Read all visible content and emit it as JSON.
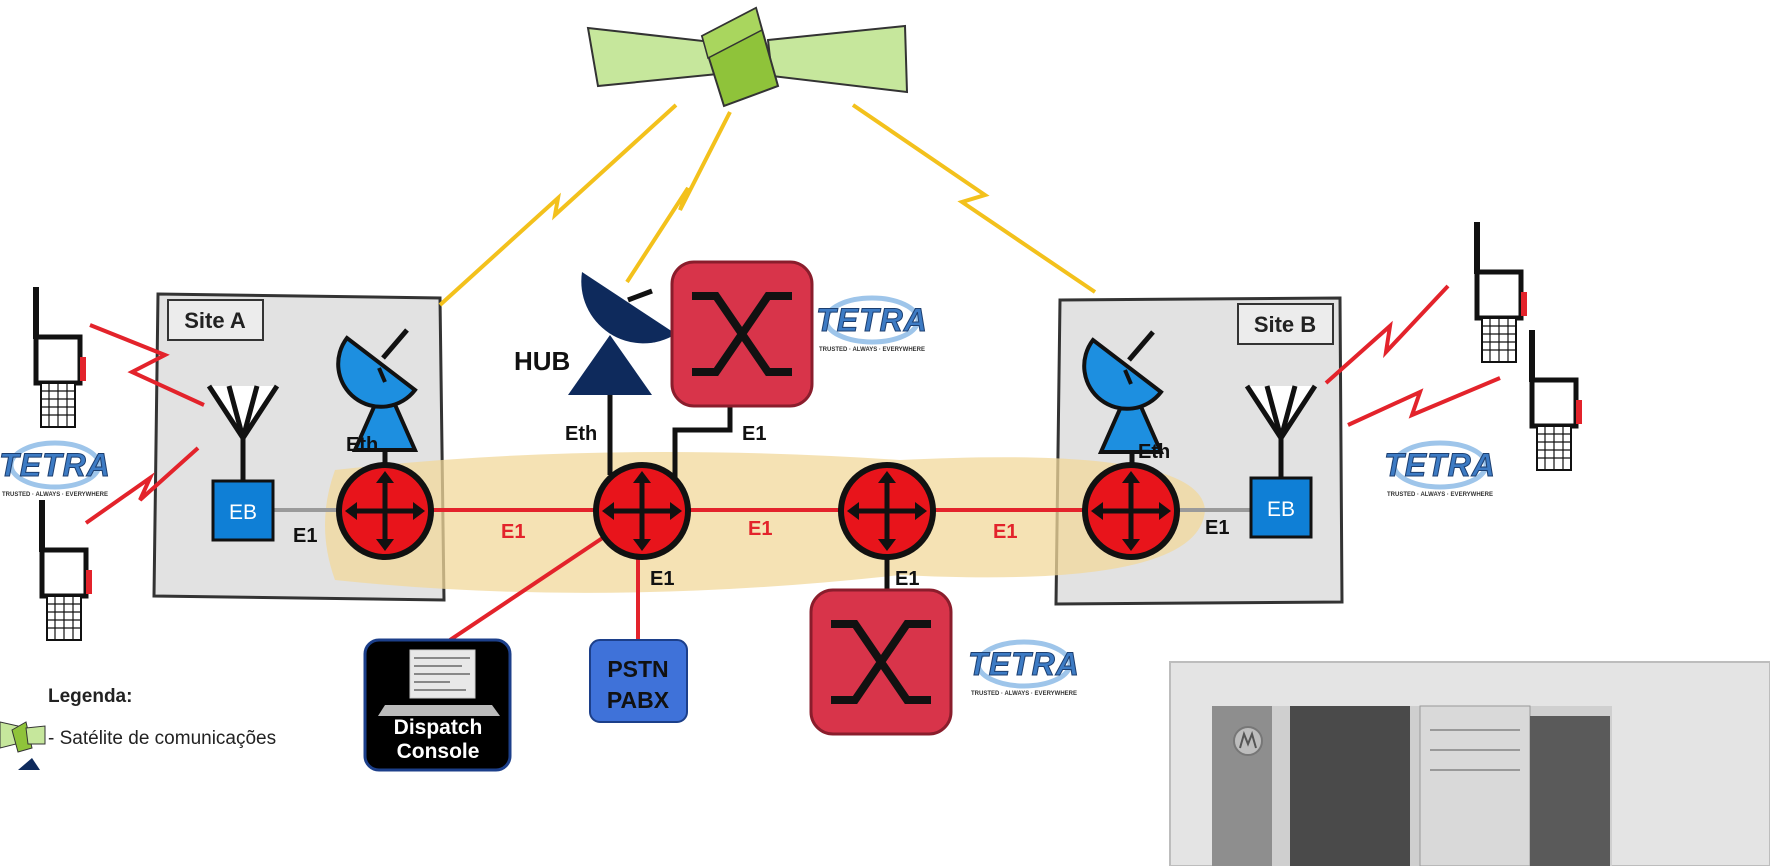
{
  "sites": {
    "a": "Site A",
    "b": "Site B"
  },
  "hub_label": "HUB",
  "link_labels": {
    "eth_site_a": "Eth",
    "eth_hub": "Eth",
    "eth_site_b": "Eth",
    "e1_hub_switch": "E1",
    "e1_eb_a": "E1",
    "e1_a_hub": "E1",
    "e1_hub_router3": "E1",
    "e1_router3_b": "E1",
    "e1_eb_b": "E1",
    "e1_pstn": "E1",
    "e1_lower_switch": "E1"
  },
  "base_station_label": "EB",
  "tetra_logo": {
    "word": "TETRA",
    "tagline": "TRUSTED · ALWAYS · EVERYWHERE"
  },
  "pstn": {
    "line1": "PSTN",
    "line2": "PABX"
  },
  "dispatch": {
    "line1": "Dispatch",
    "line2": "Console"
  },
  "legend": {
    "title": "Legenda:",
    "items": [
      {
        "icon": "satellite-icon",
        "text": "- Satélite de comunicações"
      }
    ]
  },
  "colors": {
    "router_red": "#e8141b",
    "switch_red": "#d8344a",
    "eb_blue": "#0f7fd6",
    "dish_blue": "#1d8fe0",
    "hub_navy": "#0e2a5c",
    "pstn_blue": "#3f72d9",
    "link_red": "#e3232b",
    "satellite_link": "#f3c11c",
    "satellite_green": "#8fc33a",
    "backbone_tan": "#f2d89b",
    "site_grey": "#e2e2e2"
  }
}
